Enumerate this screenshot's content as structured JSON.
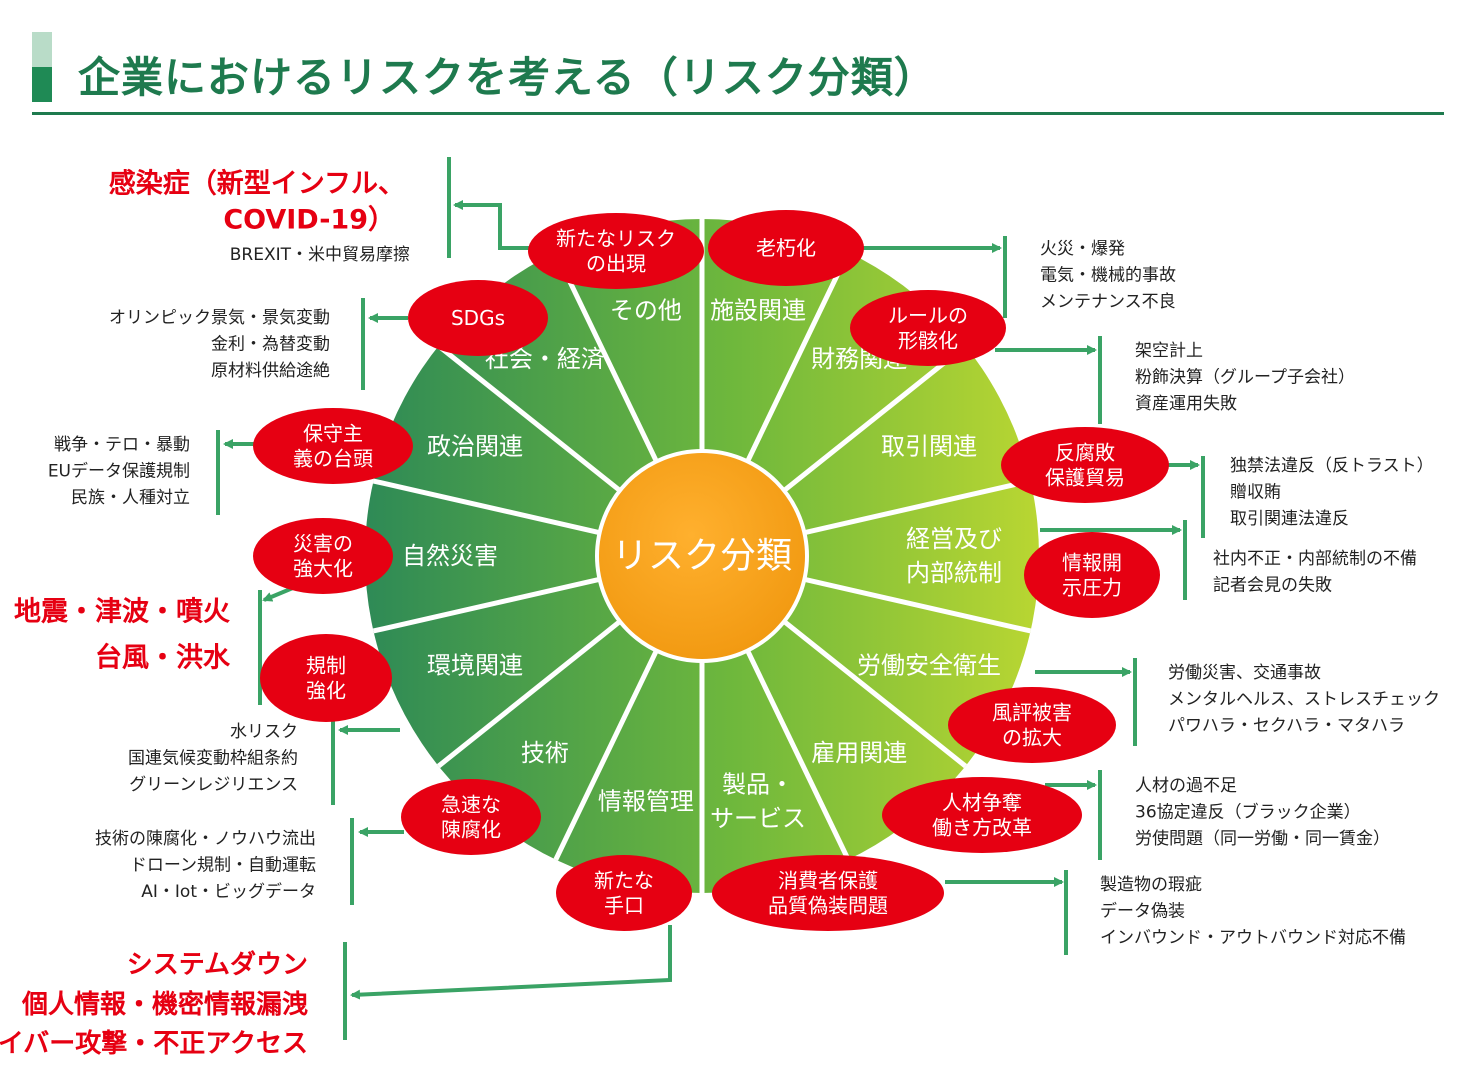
{
  "title": "企業におけるリスクを考える（リスク分類）",
  "center_label": "リスク分類",
  "colors": {
    "title": "#1e7a4e",
    "accent_red": "#e60012",
    "center_orange": "#f29a12",
    "wheel_dark_green": "#2e8a56",
    "wheel_light_green": "#b9d632",
    "connector_green": "#3aa365"
  },
  "segments": [
    "施設関連",
    "財務関連",
    "取引関連",
    "経営及び\n内部統制",
    "労働安全衛生",
    "雇用関連",
    "製品・\nサービス",
    "情報管理",
    "技術",
    "環境関連",
    "自然災害",
    "政治関連",
    "社会・経済",
    "その他"
  ],
  "trends": [
    "老朽化",
    "ルールの\n形骸化",
    "反腐敗\n保護貿易",
    "情報開\n示圧力",
    "風評被害\nの拡大",
    "人材争奪\n働き方改革",
    "消費者保護\n品質偽装問題",
    "新たな\n手口",
    "急速な\n陳腐化",
    "規制\n強化",
    "災害の\n強大化",
    "保守主\n義の台頭",
    "SDGs",
    "新たなリスク\nの出現"
  ],
  "examples": [
    [
      "火災・爆発",
      "電気・機械的事故",
      "メンテナンス不良"
    ],
    [
      "架空計上",
      "粉飾決算（グループ子会社）",
      "資産運用失敗"
    ],
    [
      "独禁法違反（反トラスト）",
      "贈収賄",
      "取引関連法違反"
    ],
    [
      "社内不正・内部統制の不備",
      "記者会見の失敗"
    ],
    [
      "労働災害、交通事故",
      "メンタルヘルス、ストレスチェック",
      "パワハラ・セクハラ・マタハラ"
    ],
    [
      "人材の過不足",
      "36協定違反（ブラック企業）",
      "労使問題（同一労働・同一賃金）"
    ],
    [
      "製造物の瑕疵",
      "データ偽装",
      "インバウンド・アウトバウンド対応不備"
    ],
    [
      "技術の陳腐化・ノウハウ流出",
      "ドローン規制・自動運転",
      "AI・Iot・ビッグデータ"
    ],
    [
      "水リスク",
      "国連気候変動枠組条約",
      "グリーンレジリエンス"
    ],
    [
      "戦争・テロ・暴動",
      "EUデータ保護規制",
      "民族・人種対立"
    ],
    [
      "オリンピック景気・景気変動",
      "金利・為替変動",
      "原材料供給途絶"
    ]
  ],
  "highlights": {
    "infection_line1": "感染症（新型インフル、",
    "infection_line2": "COVID-19）",
    "brexit": "BREXIT・米中貿易摩擦",
    "disaster_line1": "地震・津波・噴火",
    "disaster_line2": "台風・洪水",
    "system_line1": "システムダウン",
    "system_line2": "個人情報・機密情報漏洩",
    "system_line3": "サイバー攻撃・不正アクセス"
  }
}
